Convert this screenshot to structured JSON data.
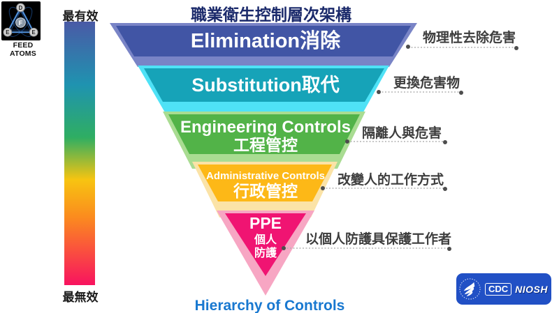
{
  "page": {
    "title": "職業衛生控制層次架構",
    "footer_title": "Hierarchy of Controls"
  },
  "logo": {
    "name": "FEED ATOMS",
    "atom_labels": {
      "top": "D",
      "left": "E",
      "right": "E",
      "center": "F"
    }
  },
  "effectiveness_scale": {
    "top_label": "最有效",
    "bottom_label": "最無效",
    "gradient": [
      "#4a5aa6",
      "#1f93b0",
      "#2fae62",
      "#f7c411",
      "#fb8c1e",
      "#f8135f"
    ]
  },
  "pyramid": {
    "tiers": [
      {
        "id": "elimination",
        "line1": "Elimination消除",
        "fill": "#4155a5",
        "frame": "#7984c6",
        "annotation": "物理性去除危害"
      },
      {
        "id": "substitution",
        "line1": "Substitution取代",
        "fill": "#16a3b8",
        "frame": "#4fe2f6",
        "annotation": "更換危害物"
      },
      {
        "id": "engineering",
        "line1": "Engineering Controls",
        "line2": "工程管控",
        "fill": "#52b348",
        "frame": "#a9dc92",
        "annotation": "隔離人與危害"
      },
      {
        "id": "administrative",
        "line1": "Administrative Controls",
        "line2": "行政管控",
        "fill": "#fdb817",
        "frame": "#fbe3a7",
        "annotation": "改變人的工作方式"
      },
      {
        "id": "ppe",
        "line1": "PPE",
        "line2": "個人",
        "line3": "防護",
        "fill": "#f01472",
        "frame": "#f7a6c3",
        "annotation": "以個人防護具保護工作者"
      }
    ]
  },
  "badge": {
    "cdc_label": "CDC",
    "niosh_label": "NIOSH"
  }
}
